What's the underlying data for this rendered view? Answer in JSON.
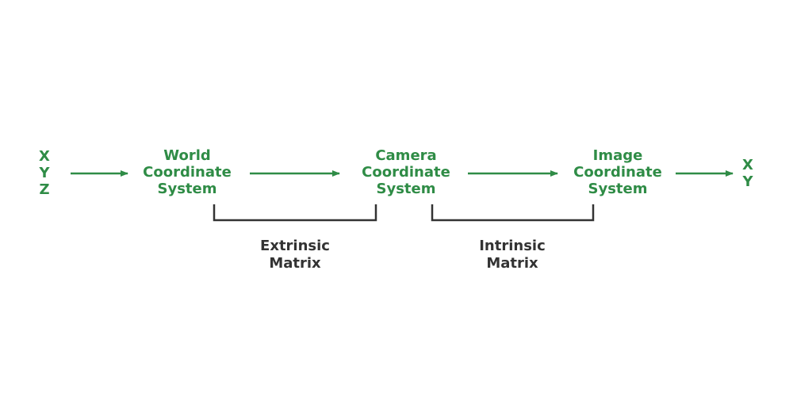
{
  "colors": {
    "node_text": "#2f8c46",
    "arrow": "#2f8c46",
    "bracket": "#333333",
    "label_text": "#333333"
  },
  "nodes": {
    "input_coords": {
      "lines": [
        "X",
        "Y",
        "Z"
      ]
    },
    "world": {
      "lines": [
        "World",
        "Coordinate",
        "System"
      ]
    },
    "camera": {
      "lines": [
        "Camera",
        "Coordinate",
        "System"
      ]
    },
    "image": {
      "lines": [
        "Image",
        "Coordinate",
        "System"
      ]
    },
    "output_coords": {
      "lines": [
        "X",
        "Y"
      ]
    }
  },
  "brackets": {
    "extrinsic": {
      "lines": [
        "Extrinsic",
        "Matrix"
      ]
    },
    "intrinsic": {
      "lines": [
        "Intrinsic",
        "Matrix"
      ]
    }
  }
}
